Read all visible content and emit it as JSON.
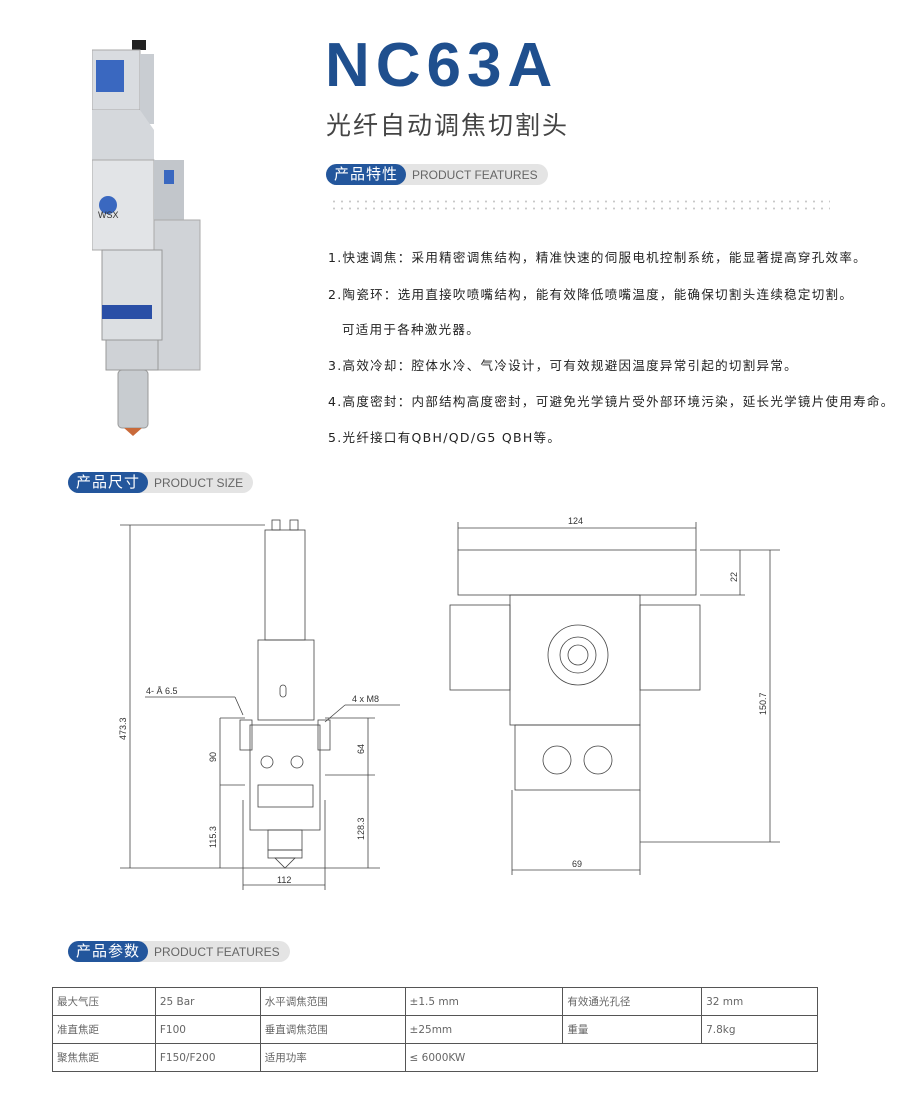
{
  "header": {
    "title": "NC63A",
    "subtitle": "光纤自动调焦切割头"
  },
  "features_section": {
    "cn": "产品特性",
    "en": "PRODUCT FEATURES",
    "items": [
      "1.快速调焦：采用精密调焦结构，精准快速的伺服电机控制系统，能显著提高穿孔效率。",
      "2.陶瓷环：选用直接吹喷嘴结构，能有效降低喷嘴温度，能确保切割头连续稳定切割。",
      "可适用于各种激光器。",
      "3.高效冷却：腔体水冷、气冷设计，可有效规避因温度异常引起的切割异常。",
      "4.高度密封：内部结构高度密封，可避免光学镜片受外部环境污染，延长光学镜片使用寿命。",
      "5.光纤接口有QBH/QD/G5 QBH等。"
    ]
  },
  "product_image": {
    "logo_text": "WSX"
  },
  "size_section": {
    "cn": "产品尺寸",
    "en": "PRODUCT SIZE",
    "front": {
      "total_height": "473.3",
      "holes": "4- Å  6.5",
      "threads": "4 x M8",
      "d90": "90",
      "d64": "64",
      "d115": "115.3",
      "d128": "128.3",
      "width": "112"
    },
    "top": {
      "width": "124",
      "d22": "22",
      "height": "150.7",
      "d69": "69"
    }
  },
  "params_section": {
    "cn": "产品参数",
    "en": "PRODUCT FEATURES",
    "rows": [
      [
        "最大气压",
        "25 Bar",
        "水平调焦范围",
        "±1.5 mm",
        "有效通光孔径",
        "32 mm"
      ],
      [
        "准直焦距",
        "F100",
        "垂直调焦范围",
        "±25mm",
        "重量",
        "7.8kg"
      ],
      [
        "聚焦焦距",
        "F150/F200",
        "适用功率",
        "≤ 6000KW"
      ]
    ]
  },
  "colors": {
    "brand": "#1f4f8e",
    "badge": "#23569c"
  }
}
